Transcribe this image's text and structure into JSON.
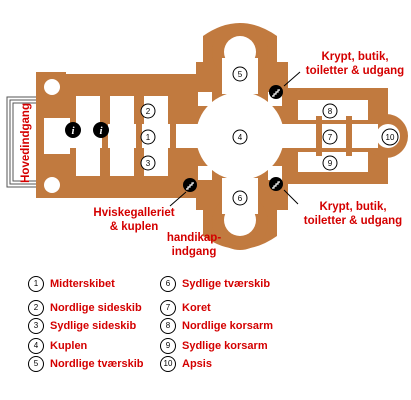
{
  "plan_numbers": [
    "1",
    "2",
    "3",
    "4",
    "5",
    "6",
    "7",
    "8",
    "9",
    "10"
  ],
  "labels": {
    "main_entrance": "Hovedindgang",
    "crypt_north": "Krypt, butik,\ntoiletter & udgang",
    "crypt_south": "Krypt, butik,\ntoiletter & udgang",
    "whispering_gallery": "Hviskegalleriet\n& kuplen",
    "accessible_entrance": "handikap-\nindgang"
  },
  "legend": [
    {
      "num": "1",
      "text": "Midterskibet"
    },
    {
      "num": "2",
      "text": "Nordlige sideskib"
    },
    {
      "num": "3",
      "text": "Sydlige sideskib"
    },
    {
      "num": "4",
      "text": "Kuplen"
    },
    {
      "num": "5",
      "text": "Nordlige tværskib"
    },
    {
      "num": "6",
      "text": "Sydlige tværskib"
    },
    {
      "num": "7",
      "text": "Koret"
    },
    {
      "num": "8",
      "text": "Nordlige korsarm"
    },
    {
      "num": "9",
      "text": "Sydlige korsarm"
    },
    {
      "num": "10",
      "text": "Apsis"
    }
  ],
  "colors": {
    "wall": "#c17a3f",
    "floor": "#ffffff",
    "label_red": "#d40000",
    "icon_black": "#000000"
  },
  "icons": [
    "info-icon",
    "info-icon",
    "stairs-icon",
    "stairs-icon",
    "stairs-icon",
    "stairs-icon"
  ]
}
